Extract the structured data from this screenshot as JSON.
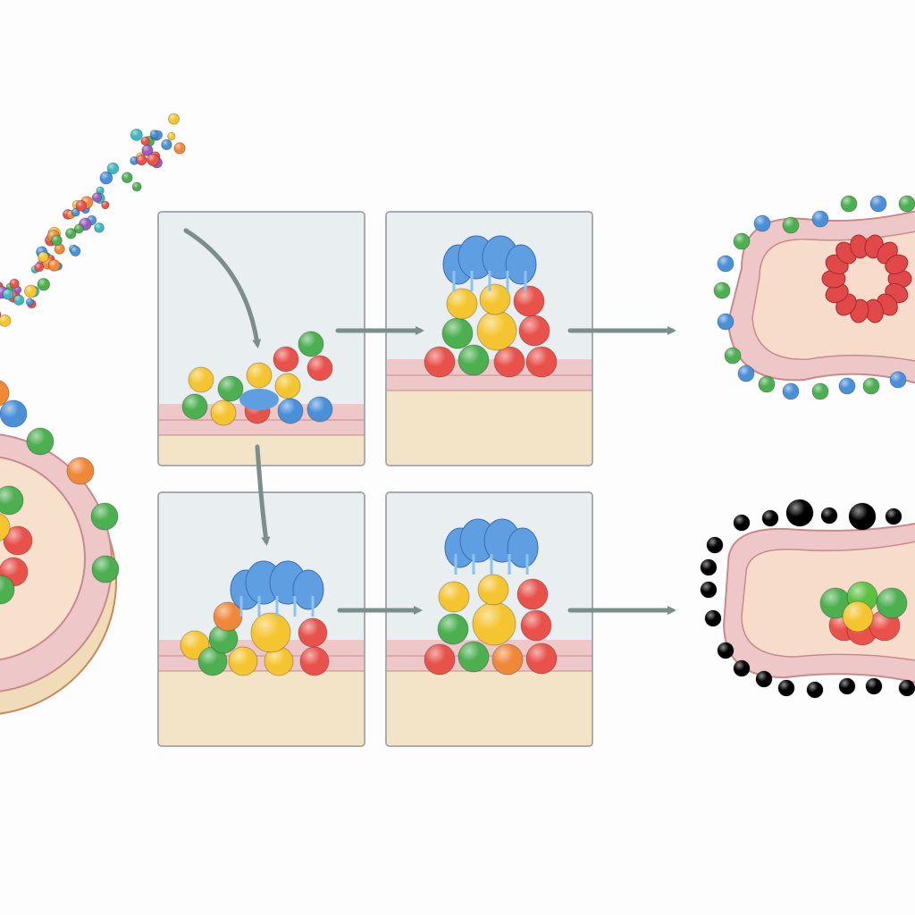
{
  "palette": {
    "background": "#fdfdfd",
    "panel_bg": "#e9eef0",
    "panel_border": "#9aa0a3",
    "membrane": "#eec8c8",
    "membrane_line": "#c98a8a",
    "tissue": "#f3e4c8",
    "cell_inner": "#f7dccb",
    "arrow": "#7c8e8c",
    "bead_colors": [
      "#e8524a",
      "#f5c531",
      "#4caf50",
      "#4a90d9",
      "#f0883a",
      "#9a5cc0",
      "#3fb8c0"
    ],
    "receptor": "#5f9ee0"
  },
  "panels": [
    {
      "id": "panel-1",
      "stage": "assembly"
    },
    {
      "id": "panel-2",
      "stage": "stacked-complex"
    },
    {
      "id": "panel-3",
      "stage": "capped-assembly"
    },
    {
      "id": "panel-4",
      "stage": "capped-complex"
    }
  ],
  "outcomes": [
    {
      "id": "outcome-top",
      "core": "red-ring"
    },
    {
      "id": "outcome-bottom",
      "core": "green-red-cluster"
    }
  ]
}
